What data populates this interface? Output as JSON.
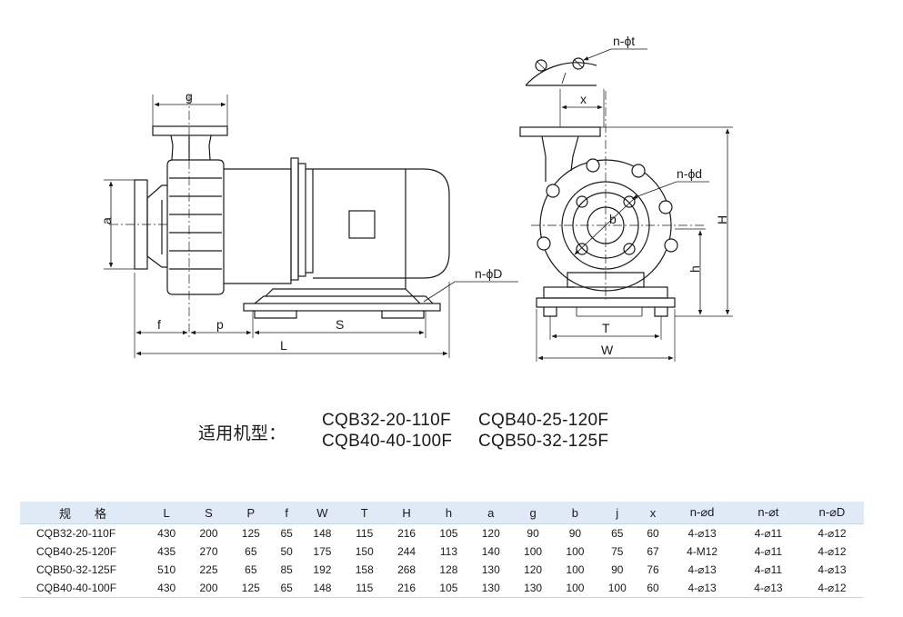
{
  "labels": {
    "g": "g",
    "a": "a",
    "f": "f",
    "p": "p",
    "S": "S",
    "L": "L",
    "nD": "n-ϕD",
    "nt": "n-ϕt",
    "x": "x",
    "nd": "n-ϕd",
    "b": "b",
    "H": "H",
    "h": "h",
    "T": "T",
    "W": "W"
  },
  "models": {
    "title": "适用机型：",
    "items": [
      "CQB32-20-110F",
      "CQB40-25-120F",
      "CQB40-40-100F",
      "CQB50-32-125F"
    ]
  },
  "table": {
    "headers": [
      "规　　格",
      "L",
      "S",
      "P",
      "f",
      "W",
      "T",
      "H",
      "h",
      "a",
      "g",
      "b",
      "j",
      "x",
      "n-⌀d",
      "n-⌀t",
      "n-⌀D"
    ],
    "rows": [
      [
        "CQB32-20-110F",
        "430",
        "200",
        "125",
        "65",
        "148",
        "115",
        "216",
        "105",
        "120",
        "90",
        "90",
        "65",
        "60",
        "4-⌀13",
        "4-⌀11",
        "4-⌀12"
      ],
      [
        "CQB40-25-120F",
        "435",
        "270",
        "65",
        "50",
        "175",
        "150",
        "244",
        "113",
        "140",
        "100",
        "100",
        "75",
        "67",
        "4-M12",
        "4-⌀11",
        "4-⌀12"
      ],
      [
        "CQB50-32-125F",
        "510",
        "225",
        "65",
        "85",
        "192",
        "158",
        "268",
        "128",
        "130",
        "120",
        "100",
        "90",
        "76",
        "4-⌀13",
        "4-⌀11",
        "4-⌀13"
      ],
      [
        "CQB40-40-100F",
        "430",
        "200",
        "125",
        "65",
        "148",
        "115",
        "216",
        "105",
        "130",
        "130",
        "100",
        "100",
        "60",
        "4-⌀13",
        "4-⌀13",
        "4-⌀12"
      ]
    ]
  }
}
